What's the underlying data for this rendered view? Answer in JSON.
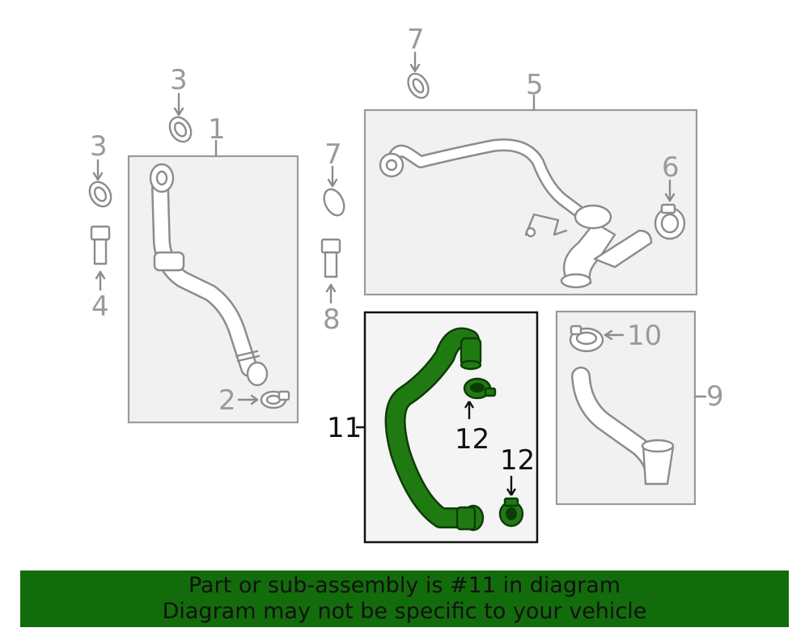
{
  "diagram": {
    "callouts": {
      "c1": "1",
      "c2": "2",
      "c3a": "3",
      "c3b": "3",
      "c4": "4",
      "c5": "5",
      "c6": "6",
      "c7a": "7",
      "c7b": "7",
      "c8": "8",
      "c9": "9",
      "c10": "10",
      "c11": "11",
      "c12a": "12",
      "c12b": "12"
    },
    "highlight_part": "11",
    "colors": {
      "highlight_fill": "#1f7a12",
      "highlight_outline": "#0e3c07",
      "part_gray": "#8c8c8c",
      "box_fill": "#f1f1f1",
      "banner_bg": "#136c0b"
    }
  },
  "banner": {
    "line1": "Part or sub-assembly is #11 in diagram",
    "line2": "Diagram may not be specific to your vehicle"
  }
}
